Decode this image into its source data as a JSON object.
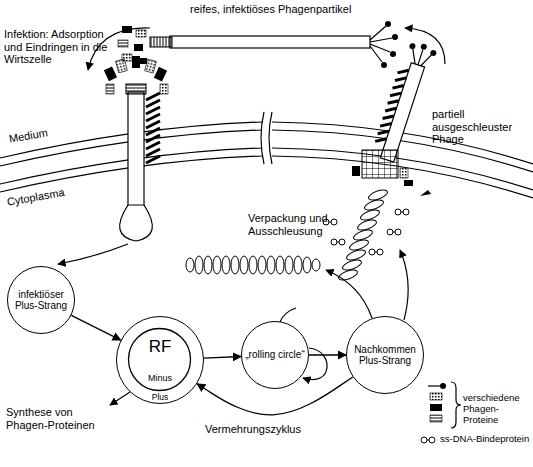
{
  "diagram": {
    "nodes": [
      {
        "text": [
          "infektiöser Plus-Strang"
        ]
      },
      {
        "text": [
          "RF",
          "Minus",
          "Plus"
        ]
      },
      {
        "text": [
          "„rolling circle“"
        ]
      },
      {
        "text": [
          "Nachkommen Plus-Strang"
        ]
      }
    ],
    "edges": [
      {
        "from": 0,
        "to": 1,
        "arrow": "to"
      },
      {
        "from": 1,
        "to": 2,
        "arrow": "to"
      },
      {
        "from": 2,
        "to": 3,
        "arrow": "to"
      },
      {
        "from": 3,
        "to": 1,
        "arrow": "to",
        "label": "Vermehrungszyklus"
      }
    ],
    "labels": [
      "reifes, infektiöses Phagenpartikel",
      "Infektion: Adsorption und Eindringen in die Wirtszelle",
      "partiell ausgeschleuster Phage",
      "Medium",
      "Cytoplasma",
      "Verpackung und Ausschleusung",
      "Synthese von Phagen-Proteinen"
    ],
    "legend": [
      {
        "text": "verschiedene Phagen-Proteine"
      },
      {
        "text": "ss-DNA-Bindeprotein"
      }
    ]
  }
}
